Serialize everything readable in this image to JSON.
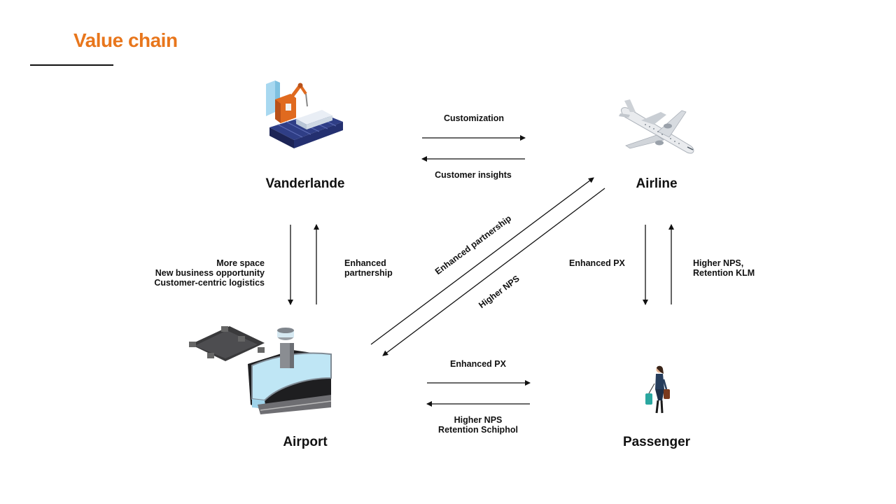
{
  "slide": {
    "title": "Value chain",
    "accent_color": "#e8761c"
  },
  "nodes": {
    "vanderlande": {
      "label": "Vanderlande",
      "icon": "robotic-conveyor-icon"
    },
    "airline": {
      "label": "Airline",
      "icon": "airplane-icon"
    },
    "airport": {
      "label": "Airport",
      "icon": "airport-terminal-icon"
    },
    "passenger": {
      "label": "Passenger",
      "icon": "traveler-icon"
    }
  },
  "edges": {
    "vanderlande_to_airline": "Customization",
    "airline_to_vanderlande": "Customer insights",
    "vanderlande_to_airport": [
      "More space",
      "New business opportunity",
      "Customer-centric logistics"
    ],
    "airport_to_vanderlande": [
      "Enhanced",
      "partnership"
    ],
    "airport_to_airline": "Enhanced partnership",
    "airline_to_airport": "Higher NPS",
    "airline_to_passenger": "Enhanced PX",
    "passenger_to_airline": [
      "Higher NPS,",
      "Retention KLM"
    ],
    "airport_to_passenger": "Enhanced PX",
    "passenger_to_airport": [
      "Higher NPS",
      "Retention Schiphol"
    ]
  }
}
